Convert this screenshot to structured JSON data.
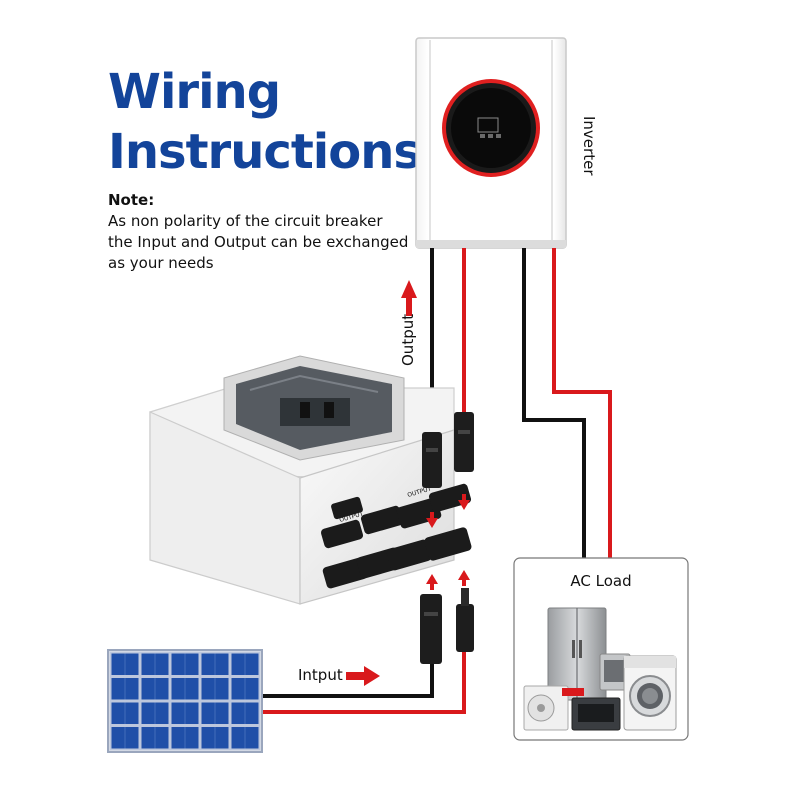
{
  "title": {
    "line1": "Wiring",
    "line2": "Instructions"
  },
  "note": {
    "heading": "Note:",
    "lines": [
      "As non polarity of the circuit breaker",
      "the Input and Output can be exchanged",
      "as your needs"
    ]
  },
  "labels": {
    "inverter": "Inverter",
    "output": "Output",
    "ac_load": "AC Load",
    "input": "Intput",
    "box_output_1": "OUTPUT",
    "box_output_2": "OUTPUT"
  },
  "colors": {
    "title": "#13449a",
    "wire_positive": "#d9191c",
    "wire_negative": "#111111",
    "arrow": "#d9191c",
    "solar_cell": "#1f4fa8",
    "inverter_ring": "#e02020"
  },
  "icons": [
    "arrow-up-icon",
    "arrow-right-icon",
    "arrow-down-icon"
  ]
}
